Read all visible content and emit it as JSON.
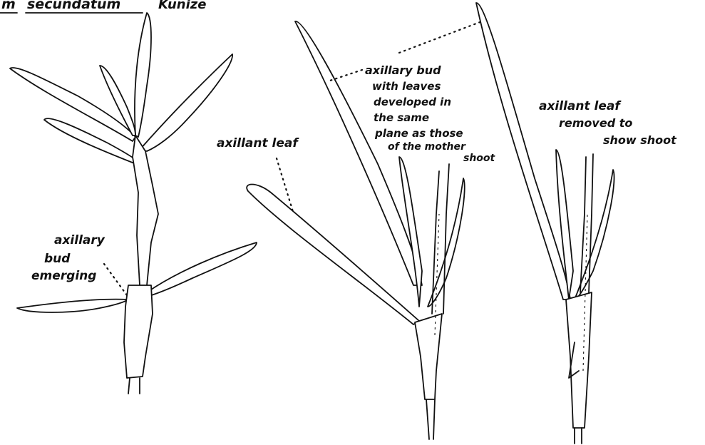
{
  "title": {
    "genus_fragment": "m",
    "species": "secundatum",
    "author": "Kunize"
  },
  "labels": {
    "bud_emerging": [
      "axillary",
      "bud",
      "emerging"
    ],
    "axillant_leaf_middle": "axillant leaf",
    "axillary_bud_leaves": [
      "axillary bud",
      "with leaves",
      "developed in",
      "the same",
      "plane as those",
      "of the mother",
      "shoot"
    ],
    "axillant_removed": [
      "axillant leaf",
      "removed to",
      "show shoot"
    ]
  },
  "colors": {
    "ink": "#111111",
    "paper": "#ffffff"
  }
}
